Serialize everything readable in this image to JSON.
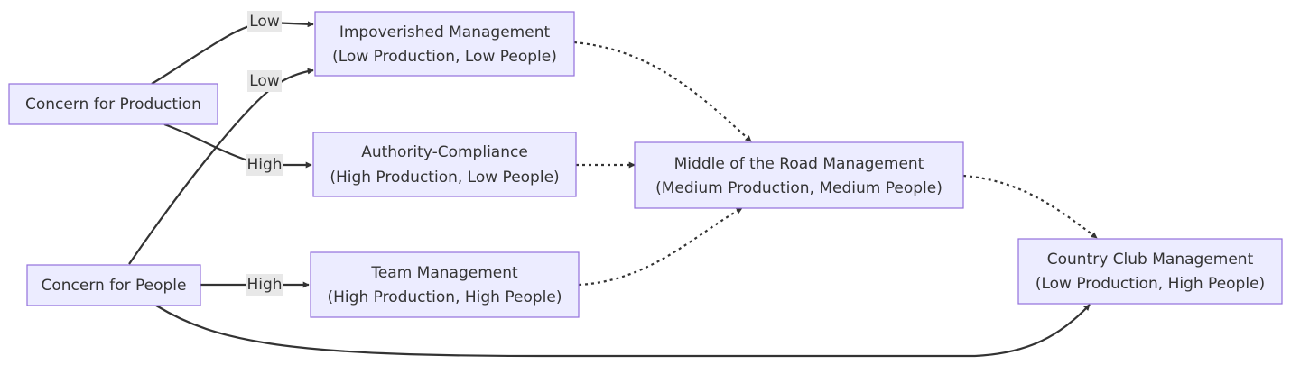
{
  "nodes": {
    "production": {
      "line1": "Concern for Production"
    },
    "people": {
      "line1": "Concern for People"
    },
    "impoverished": {
      "line1": "Impoverished Management",
      "line2": "(Low Production, Low People)"
    },
    "authority": {
      "line1": "Authority-Compliance",
      "line2": "(High Production, Low People)"
    },
    "team": {
      "line1": "Team Management",
      "line2": "(High Production, High People)"
    },
    "middle": {
      "line1": "Middle of the Road Management",
      "line2": "(Medium Production, Medium People)"
    },
    "country": {
      "line1": "Country Club Management",
      "line2": "(Low Production, High People)"
    }
  },
  "edge_labels": {
    "production_low": "Low",
    "production_high": "High",
    "people_low": "Low",
    "people_high": "High"
  },
  "colors": {
    "node_fill": "#ECECFF",
    "node_stroke": "#9370DB",
    "edge": "#333333",
    "label_bg": "#e8e8e8"
  }
}
